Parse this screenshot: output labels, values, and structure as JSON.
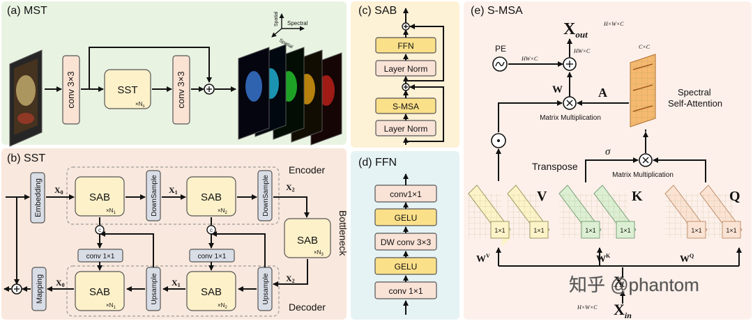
{
  "panels": {
    "mst": {
      "title": "(a) MST",
      "conv1": "conv 3×3",
      "sst": "SST",
      "sst_sub": "×N",
      "sst_sub_idx": "s",
      "conv2": "conv 3×3",
      "axis_spatial_v": "Spatial",
      "axis_spectral": "Spectral",
      "axis_spatial_d": "Spatial",
      "bg_color": "#e9f3e2"
    },
    "sst": {
      "title": "(b) SST",
      "embedding": "Embedding",
      "mapping": "Mapping",
      "encoder": "Encoder",
      "decoder": "Decoder",
      "bottleneck": "Bottleneck",
      "downsample": "DownSample",
      "upsample": "Upsample",
      "sab": "SAB",
      "conv11": "conv 1×1",
      "n1": "×N",
      "n1_idx": "1",
      "n2": "×N",
      "n2_idx": "2",
      "n3": "×N",
      "n3_idx": "3",
      "x": "X",
      "x0": "0",
      "x1": "1",
      "x2": "2",
      "concat": "c",
      "bg_color": "#f9e8dd"
    },
    "sab": {
      "title": "(c) SAB",
      "ffn": "FFN",
      "layer_norm": "Layer Norm",
      "smsa": "S-MSA",
      "bg_color": "#fdf1d6"
    },
    "ffn": {
      "title": "(d) FFN",
      "items": [
        "conv1×1",
        "GELU",
        "DW conv 3×3",
        "GELU",
        "conv 1×1"
      ],
      "bg_color": "#e6f3f5"
    },
    "smsa": {
      "title": "(e) S-MSA",
      "x_out": "X",
      "x_out_sub": "out",
      "x_out_dim": "H×W×C",
      "pe": "PE",
      "hwc": "HW×C",
      "w": "W",
      "a": "A",
      "cxc": "C×C",
      "spectral_sa_1": "Spectral",
      "spectral_sa_2": "Self-Attention",
      "matmul": "Matrix Multiplication",
      "sigma": "σ",
      "transpose": "Transpose",
      "v": "V",
      "k": "K",
      "q": "Q",
      "one_by_one": "1×1",
      "wv": "W",
      "wv_sup": "V",
      "wk": "W",
      "wk_sup": "K",
      "wq": "W",
      "wq_sup": "Q",
      "x_mid": "X",
      "x_in": "X",
      "x_in_sub": "in",
      "x_in_dim": "H×W×C",
      "watermark": "知乎 @phantom",
      "bg_color": "#fdf0ea"
    }
  },
  "colors": {
    "v_fill": "#fdf3c8",
    "k_fill": "#dcefd2",
    "q_fill": "#fbe3d3"
  }
}
